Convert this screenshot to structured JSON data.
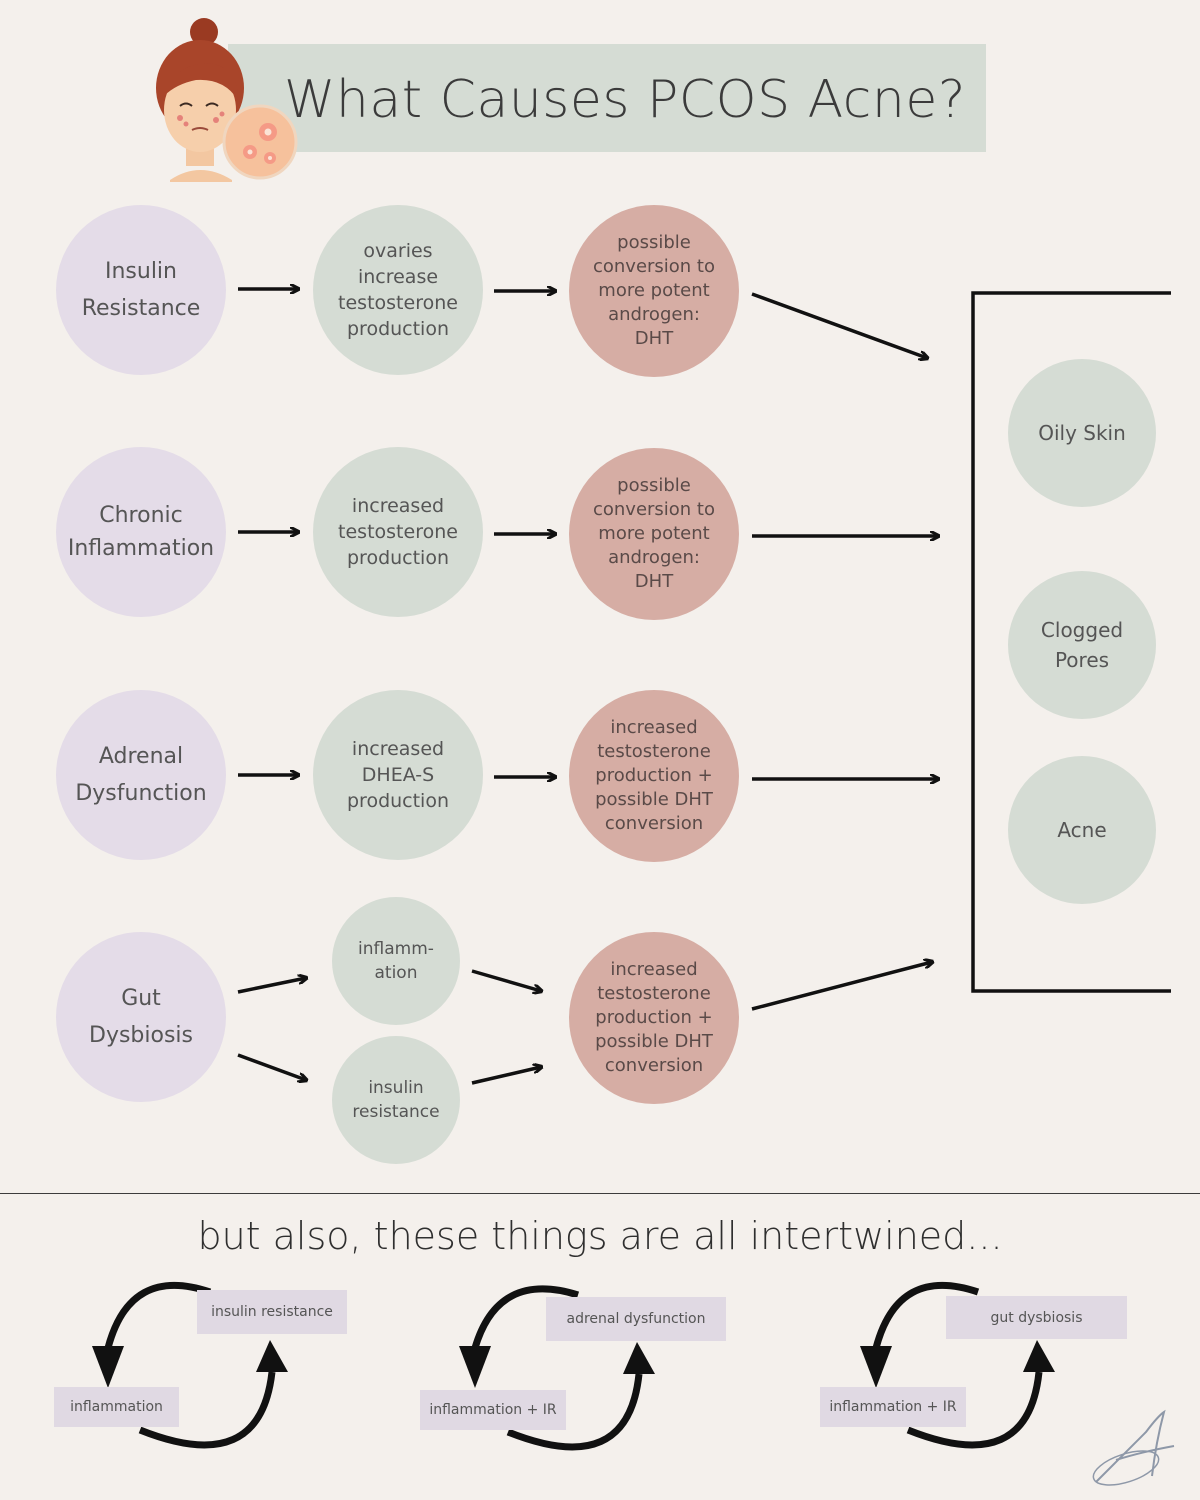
{
  "title": "What Causes PCOS Acne?",
  "rows": [
    {
      "cause": "Insulin\nResistance",
      "mid": "ovaries\nincrease\ntestosterone\nproduction",
      "result": "possible\nconversion to\nmore potent\nandrogen:\nDHT"
    },
    {
      "cause": "Chronic\nInflammation",
      "mid": "increased\ntestosterone\nproduction",
      "result": "possible\nconversion to\nmore potent\nandrogen:\nDHT"
    },
    {
      "cause": "Adrenal\nDysfunction",
      "mid": "increased\nDHEA-S\nproduction",
      "result": "increased\ntestosterone\nproduction +\npossible DHT\nconversion"
    },
    {
      "cause": "Gut\nDysbiosis",
      "mid_top": "inflamm-\nation",
      "mid_bottom": "insulin\nresistance",
      "result": "increased\ntestosterone\nproduction +\npossible DHT\nconversion"
    }
  ],
  "effects": [
    "Oily Skin",
    "Clogged\nPores",
    "Acne"
  ],
  "also_text": "but also, these things are all intertwined...",
  "cycles": [
    {
      "top": "insulin resistance",
      "bottom": "inflammation"
    },
    {
      "top": "adrenal dysfunction",
      "bottom": "inflammation + IR"
    },
    {
      "top": "gut dysbiosis",
      "bottom": "inflammation + IR"
    }
  ],
  "colors": {
    "background": "#f4f0ec",
    "cause_circle": "#e4dce8",
    "mid_circle": "#d5dcd4",
    "result_circle": "#d6ada4",
    "effect_circle": "#d5dcd4",
    "title_bar": "#d5dcd4",
    "tag": "#e0d9e3"
  }
}
